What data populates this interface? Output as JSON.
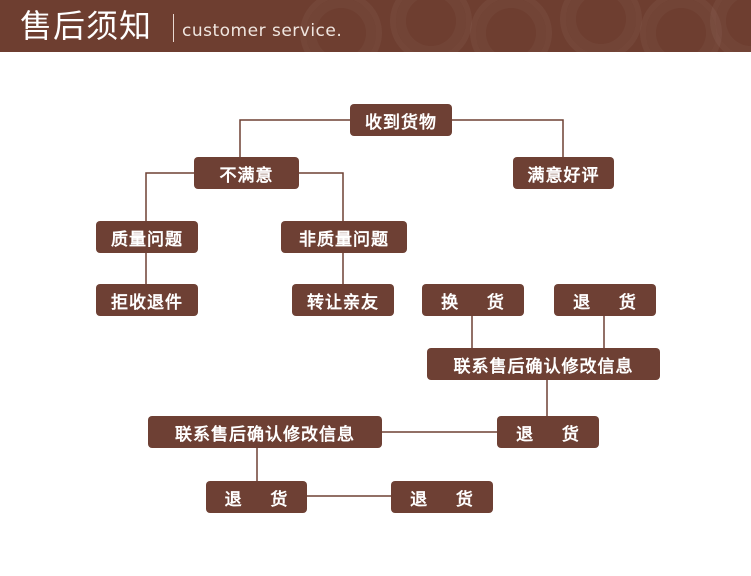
{
  "header": {
    "title": "售后须知",
    "subtitle": "customer service."
  },
  "flow": {
    "received": "收到货物",
    "unsatisfied": "不满意",
    "satisfied": "满意好评",
    "quality_issue": "质量问题",
    "non_quality_issue": "非质量问题",
    "refuse_return": "拒收退件",
    "gift_friend": "转让亲友",
    "exchange": "换    货",
    "return_right": "退    货",
    "contact_right": "联系售后确认修改信息",
    "return_mid": "退    货",
    "contact_left": "联系售后确认修改信息",
    "return_bottom_left": "退    货",
    "return_bottom_right": "退    货"
  },
  "colors": {
    "banner": "#6e3e30",
    "node": "#6e4034",
    "connector": "#6e4034"
  }
}
